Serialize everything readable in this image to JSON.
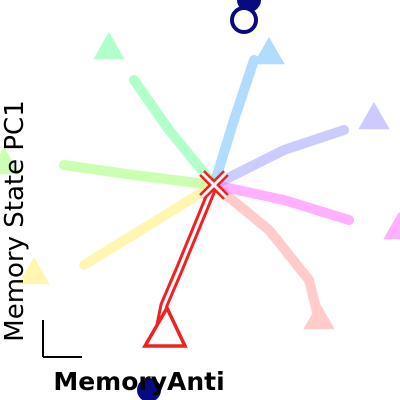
{
  "chart_data": {
    "type": "line",
    "title": "MemoryAnti",
    "ylabel": "Memory State PC1",
    "xlabel": "",
    "xlim": [
      -2.2,
      2.2
    ],
    "ylim": [
      -2.2,
      2.2
    ],
    "grid": false,
    "scale_bar": true,
    "center": [
      0,
      0
    ],
    "trials": [
      {
        "color": "#ff9999",
        "alpha": 0.5,
        "line": [
          [
            0,
            0
          ],
          [
            0.55,
            -0.45
          ],
          [
            0.95,
            -0.95
          ],
          [
            1.05,
            -1.35
          ]
        ],
        "end": [
          1.05,
          -1.35
        ]
      },
      {
        "color": "#ff66ff",
        "alpha": 0.5,
        "line": [
          [
            0,
            0
          ],
          [
            0.7,
            -0.15
          ],
          [
            1.35,
            -0.35
          ]
        ],
        "end": [
          1.85,
          -0.45
        ]
      },
      {
        "color": "#9999ff",
        "alpha": 0.5,
        "line": [
          [
            0,
            0
          ],
          [
            0.7,
            0.35
          ],
          [
            1.3,
            0.55
          ]
        ],
        "end": [
          1.6,
          0.65
        ]
      },
      {
        "color": "#66bbff",
        "alpha": 0.5,
        "line": [
          [
            0,
            0
          ],
          [
            0.2,
            0.65
          ],
          [
            0.4,
            1.25
          ]
        ],
        "end": [
          0.55,
          1.3
        ]
      },
      {
        "color": "#66ff99",
        "alpha": 0.5,
        "line": [
          [
            0,
            0
          ],
          [
            -0.45,
            0.55
          ],
          [
            -0.8,
            1.05
          ]
        ],
        "end": [
          -1.05,
          1.35
        ]
      },
      {
        "color": "#99ff66",
        "alpha": 0.5,
        "line": [
          [
            0,
            0
          ],
          [
            -0.8,
            0.1
          ],
          [
            -1.5,
            0.2
          ]
        ],
        "end": [
          -2.1,
          0.2
        ]
      },
      {
        "color": "#ffee66",
        "alpha": 0.5,
        "line": [
          [
            0,
            0
          ],
          [
            -0.65,
            -0.4
          ],
          [
            -1.3,
            -0.8
          ]
        ],
        "end": [
          -1.8,
          -0.9
        ]
      }
    ],
    "highlight": {
      "color": "#ee2222",
      "line": [
        [
          0,
          0
        ],
        [
          -0.35,
          -0.85
        ],
        [
          -0.5,
          -1.2
        ],
        [
          -0.55,
          -1.45
        ]
      ],
      "end": [
        -0.55,
        -1.45
      ]
    },
    "fixed_points": [
      {
        "x": 0.35,
        "y": 1.85,
        "filled": true,
        "color": "#0a0a80"
      },
      {
        "x": 0.3,
        "y": 1.65,
        "filled": false,
        "color": "#0a0a80"
      },
      {
        "x": -0.65,
        "y": -2.05,
        "filled": true,
        "color": "#0a0a80"
      }
    ]
  }
}
